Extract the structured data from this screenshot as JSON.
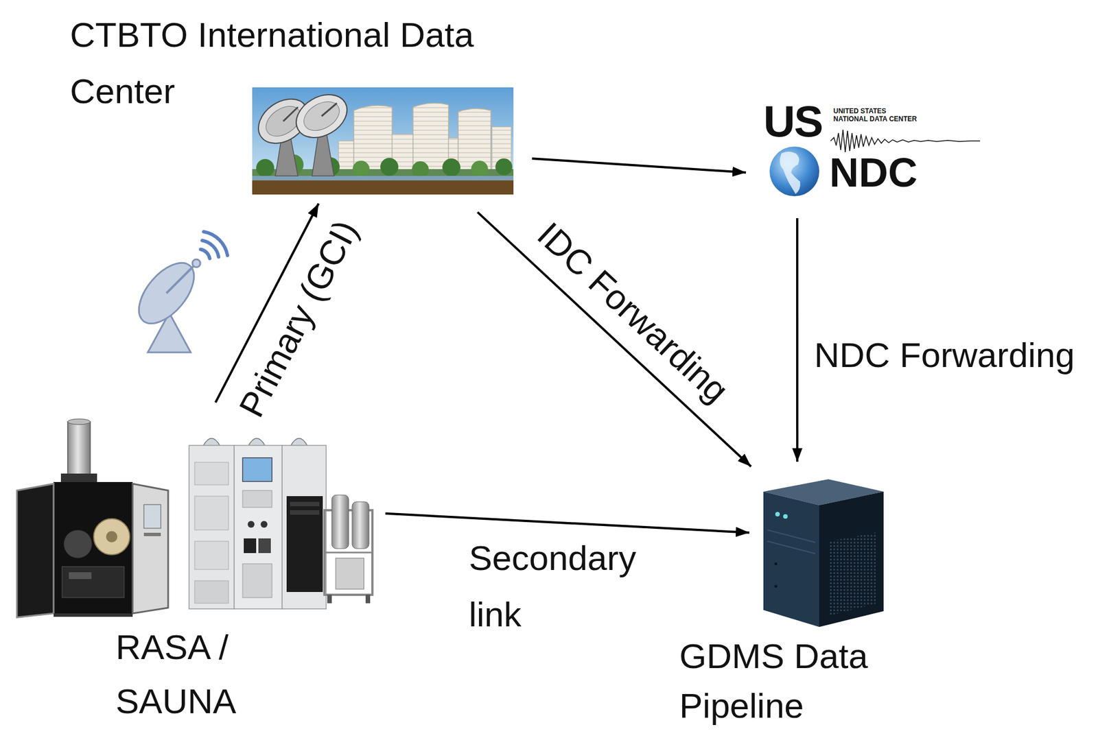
{
  "diagram": {
    "nodes": [
      {
        "text": [
          "CTBTO International Data Center"
        ]
      },
      {
        "text": [
          "US",
          "UNITED STATES NATIONAL DATA CENTER",
          "NDC"
        ]
      },
      {
        "text": [
          "RASA / SAUNA"
        ]
      },
      {
        "text": [
          "GDMS Data Pipeline"
        ]
      }
    ],
    "edges": [
      {
        "from": 2,
        "to": 0,
        "arrow": "to",
        "label": "Primary (GCI)"
      },
      {
        "from": 0,
        "to": 1,
        "arrow": "to"
      },
      {
        "from": 0,
        "to": 3,
        "arrow": "to",
        "label": "IDC Forwarding"
      },
      {
        "from": 1,
        "to": 3,
        "arrow": "to",
        "label": "NDC Forwarding"
      },
      {
        "from": 2,
        "to": 3,
        "arrow": "to",
        "label": "Secondary link"
      }
    ]
  }
}
